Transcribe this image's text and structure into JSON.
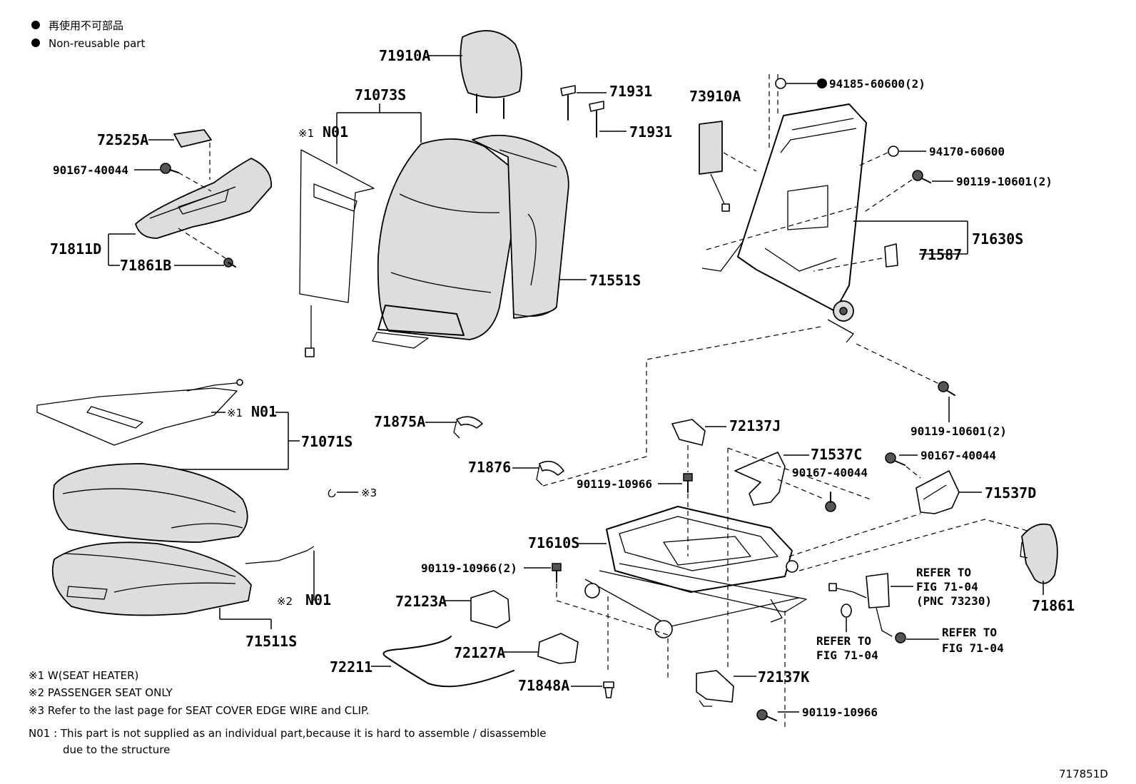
{
  "legend": {
    "line1": "再使用不可部品",
    "line2": "Non-reusable part"
  },
  "labels": {
    "p71910A": "71910A",
    "p71073S": "71073S",
    "p71931a": "71931",
    "p71931b": "71931",
    "p73910A": "73910A",
    "p94185": "94185-60600(2)",
    "p94170": "94170-60600",
    "p90119_10601a": "90119-10601(2)",
    "p71630S": "71630S",
    "p71587": "71587",
    "p72525A": "72525A",
    "p90167a": "90167-40044",
    "p71811D": "71811D",
    "p71861B": "71861B",
    "heater_mark": "※1",
    "n01_back": "N01",
    "p71551S": "71551S",
    "heater_mark_b": "※1",
    "n01_cush": "N01",
    "p71071S": "71071S",
    "p71875A": "71875A",
    "p71876": "71876",
    "mark3": "※3",
    "p72137J": "72137J",
    "p90119_10966a": "90119-10966",
    "p71537C": "71537C",
    "p90167b": "90167-40044",
    "p90167c": "90167-40044",
    "p71537D": "71537D",
    "p90119_10601b": "90119-10601(2)",
    "p71610S": "71610S",
    "p90119_10966b": "90119-10966(2)",
    "p72123A": "72123A",
    "p72127A": "72127A",
    "p72211": "72211",
    "p71848A": "71848A",
    "p72137K": "72137K",
    "p90119_10966c": "90119-10966",
    "mark2": "※2",
    "n01_pass": "N01",
    "p71511S": "71511S",
    "p71861": "71861",
    "refer1a": "REFER TO",
    "refer1b": "FIG 71-04",
    "refer1c": "(PNC 73230)",
    "refer2a": "REFER TO",
    "refer2b": "FIG 71-04",
    "refer3a": "REFER TO",
    "refer3b": "FIG 71-04"
  },
  "notes": {
    "n1": "※1  W(SEAT  HEATER)",
    "n2": "※2  PASSENGER SEAT ONLY",
    "n3": "※3  Refer to the last page for SEAT COVER EDGE WIRE and CLIP.",
    "n4": "N01 : This part is not supplied as an individual part,because it is hard to assemble / disassemble",
    "n5": "due to the structure"
  },
  "figure_id": "717851D"
}
